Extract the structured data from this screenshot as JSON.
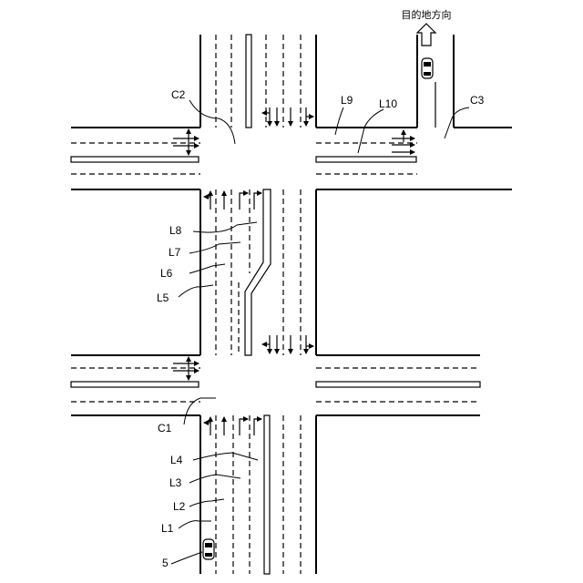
{
  "labels": {
    "destination": "目的地方向",
    "C1": "C1",
    "C2": "C2",
    "C3": "C3",
    "L1": "L1",
    "L2": "L2",
    "L3": "L3",
    "L4": "L4",
    "L5": "L5",
    "L6": "L6",
    "L7": "L7",
    "L8": "L8",
    "L9": "L9",
    "L10": "L10",
    "vehicle": "5"
  },
  "icons": {
    "destination_arrow": "up-arrow-icon",
    "vehicle": "car-icon",
    "lane_arrow": "lane-arrow-icon"
  }
}
